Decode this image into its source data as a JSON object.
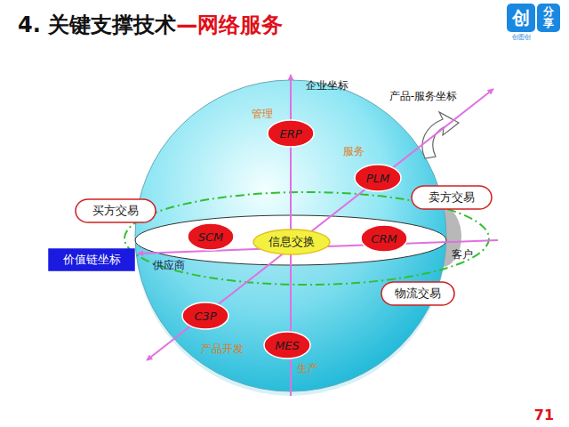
{
  "diagram": {
    "title": "4. 关键支撑技术",
    "nodes": [
      {
        "text": [
          "ERP"
        ]
      },
      {
        "text": [
          "PLM"
        ]
      },
      {
        "text": [
          "买方交易"
        ]
      },
      {
        "text": [
          "卖方交易"
        ]
      },
      {
        "text": [
          "SCM"
        ]
      },
      {
        "text": [
          "信息交换"
        ]
      },
      {
        "text": [
          "CRM"
        ]
      },
      {
        "text": [
          "物流交易"
        ]
      },
      {
        "text": [
          "C3P"
        ]
      },
      {
        "text": [
          "MES"
        ]
      },
      {
        "text": [
          "价值链坐标"
        ]
      }
    ],
    "labels": [
      "—网络服务",
      "企业坐标",
      "产品-服务坐标",
      "管理",
      "服务",
      "供应商",
      "客户",
      "产品开发",
      "生产",
      "71",
      "创",
      "分享",
      "创图创"
    ]
  }
}
